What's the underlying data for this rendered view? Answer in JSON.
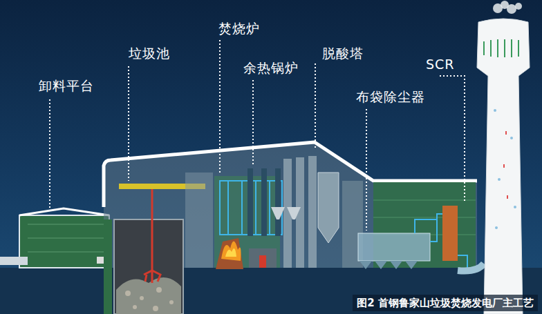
{
  "diagram": {
    "caption": "图2 首钢鲁家山垃圾焚烧发电厂主工艺",
    "labels": [
      "卸料平台",
      "垃圾池",
      "焚烧炉",
      "余热锅炉",
      "脱酸塔",
      "布袋除尘器",
      "SCR"
    ]
  }
}
